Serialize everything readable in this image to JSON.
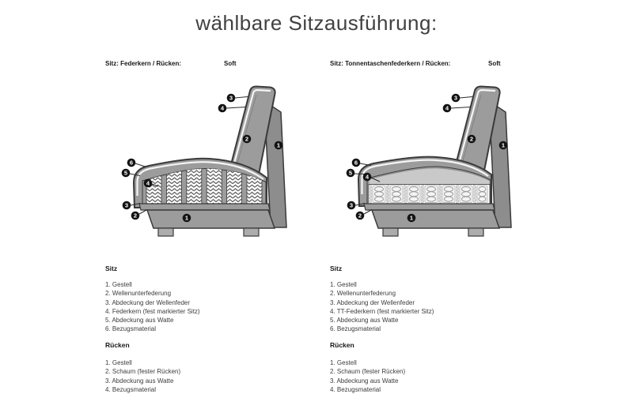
{
  "title": "wählbare Sitzausführung:",
  "left": {
    "header_label": "Sitz: Federkern / Rücken:",
    "header_value": "Soft",
    "callouts": [
      "3",
      "4",
      "2",
      "1",
      "6",
      "5",
      "4",
      "3",
      "2",
      "1"
    ],
    "sitz_heading": "Sitz",
    "sitz_items": [
      "1. Gestell",
      "2. Wellenunterfederung",
      "3. Abdeckung der Wellenfeder",
      "4. Federkern (fest markierter Sitz)",
      "5. Abdeckung aus Watte",
      "6. Bezugsmaterial"
    ],
    "ruecken_heading": "Rücken",
    "ruecken_items": [
      "1. Gestell",
      "2. Schaum (fester Rücken)",
      "3. Abdeckung aus Watte",
      "4. Bezugsmaterial"
    ]
  },
  "right": {
    "header_label": "Sitz: Tonnentaschenfederkern / Rücken:",
    "header_value": "Soft",
    "callouts": [
      "3",
      "4",
      "2",
      "1",
      "6",
      "5",
      "4",
      "3",
      "2",
      "1"
    ],
    "sitz_heading": "Sitz",
    "sitz_items": [
      "1. Gestell",
      "2. Wellenunterfederung",
      "3. Abdeckung der Wellenfeder",
      "4. TT-Federkern (fest markierter Sitz)",
      "5. Abdeckung aus Watte",
      "6. Bezugsmaterial"
    ],
    "ruecken_heading": "Rücken",
    "ruecken_items": [
      "1. Gestell",
      "2. Schaum (fester Rücken)",
      "3. Abdeckung aus Watte",
      "4. Bezugsmaterial"
    ]
  },
  "colors": {
    "title_text": "#414141",
    "body_text": "#3c3c3c",
    "heading_text": "#181818",
    "sofa_fill": "#9c9c9c",
    "sofa_outline": "#3a3a3a",
    "rear_panel": "#8d8d8d",
    "foam_band": "#c9c9c9",
    "spring_background": "#ffffff",
    "badge_background": "#141414",
    "badge_text": "#ffffff"
  }
}
